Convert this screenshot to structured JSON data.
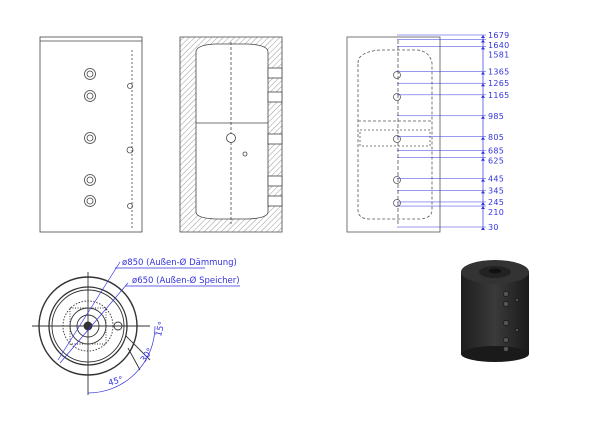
{
  "colors": {
    "drawing": "#333333",
    "dimension": "#3333dd",
    "render": "#2a2a2a"
  },
  "height_dimensions": [
    1679,
    1640,
    1581,
    1365,
    1265,
    1165,
    985,
    805,
    685,
    625,
    445,
    345,
    245,
    210,
    30
  ],
  "height_labels": [
    "1679",
    "1640",
    "1581",
    "1365",
    "1265",
    "1165",
    "985",
    "805",
    "685",
    "625",
    "445",
    "345",
    "245",
    "210",
    "30"
  ],
  "top_view": {
    "diameter_insulation": "ø850 (Außen-Ø Dämmung)",
    "diameter_tank": "ø650 (Außen-Ø Speicher)",
    "angle_15": "15°",
    "angle_30": "30°",
    "angle_45": "45°"
  }
}
